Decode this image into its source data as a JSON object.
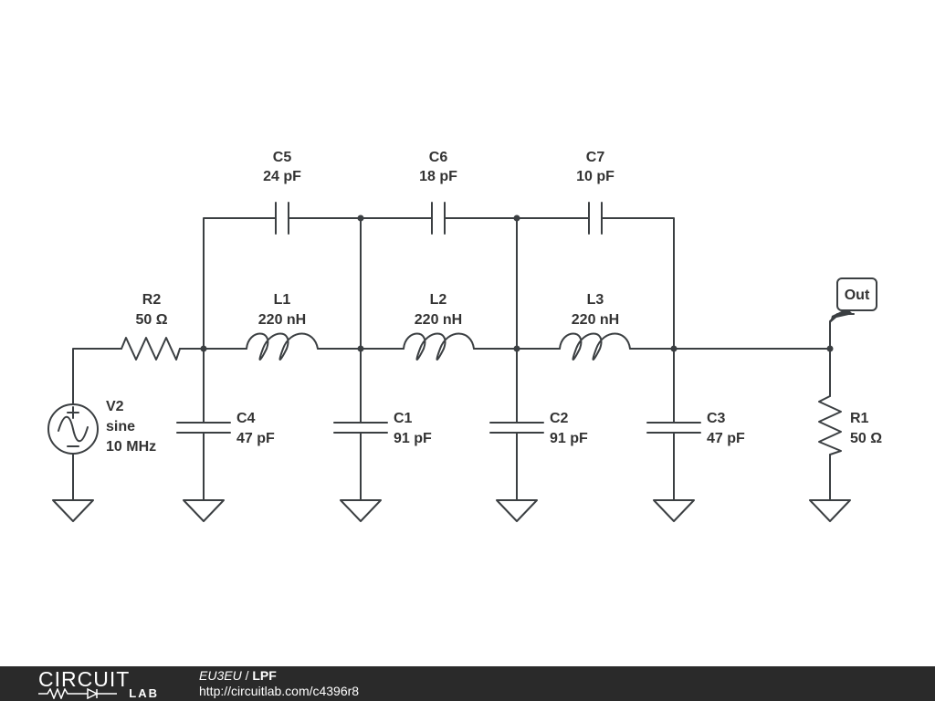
{
  "schematic": {
    "components": {
      "V2": {
        "name": "V2",
        "type": "sine",
        "value": "10 MHz"
      },
      "R2": {
        "name": "R2",
        "value": "50 Ω"
      },
      "L1": {
        "name": "L1",
        "value": "220 nH"
      },
      "L2": {
        "name": "L2",
        "value": "220 nH"
      },
      "L3": {
        "name": "L3",
        "value": "220 nH"
      },
      "C1": {
        "name": "C1",
        "value": "91 pF"
      },
      "C2": {
        "name": "C2",
        "value": "91 pF"
      },
      "C3": {
        "name": "C3",
        "value": "47 pF"
      },
      "C4": {
        "name": "C4",
        "value": "47 pF"
      },
      "C5": {
        "name": "C5",
        "value": "24 pF"
      },
      "C6": {
        "name": "C6",
        "value": "18 pF"
      },
      "C7": {
        "name": "C7",
        "value": "10 pF"
      },
      "R1": {
        "name": "R1",
        "value": "50 Ω"
      }
    },
    "output_label": "Out"
  },
  "footer": {
    "logo_top": "CIRCUIT",
    "logo_bottom": "LAB",
    "author": "EU3EU",
    "separator": " / ",
    "title": "LPF",
    "url": "http://circuitlab.com/c4396r8"
  },
  "colors": {
    "wire": "#3b3f42",
    "text": "#333333",
    "footer_bg": "#2a2a2a"
  }
}
